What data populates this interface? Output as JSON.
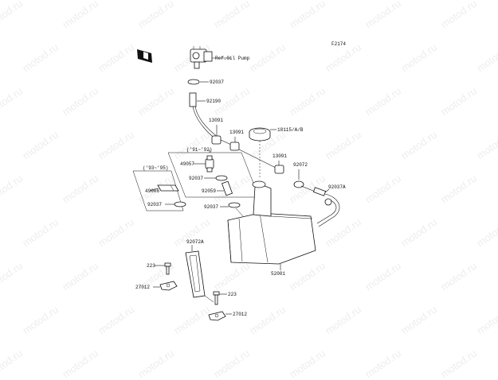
{
  "watermark": "motod.ru",
  "diagram_code": "F2174",
  "callouts": {
    "ref_oil_pump": "Ref.Oil Pump",
    "p92037_a": "92037",
    "p92190": "92190",
    "p13091_a": "13091",
    "p13091_b": "13091",
    "p18115": "18115/A/B",
    "p13091_c": "13091",
    "p92072": "92072",
    "p92037a": "92037A",
    "range_91_92": "(’91~’92)",
    "p49057": "49057",
    "p92037_b": "92037",
    "p92059": "92059",
    "p92037_c": "92037",
    "range_93_95": "(’93~’95)",
    "p49006": "49006",
    "p92037_d": "92037",
    "p92072a": "92072A",
    "p223_a": "223",
    "p27012_a": "27012",
    "p52001": "52001",
    "p223_b": "223",
    "p27012_b": "27012"
  }
}
